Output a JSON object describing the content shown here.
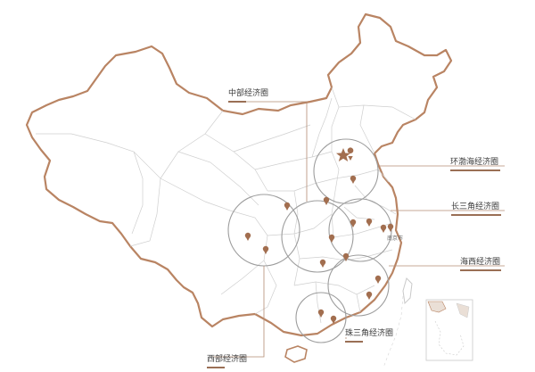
{
  "map": {
    "colors": {
      "border": "#b98463",
      "province": "#c9c9c9",
      "circle": "#9d9d9d",
      "leader": "#b48c74",
      "pin": "#a26e4f",
      "accent_bar": "#9a6f55",
      "inset_fill": "#eadfd6"
    },
    "icons": {
      "capital": "star-icon",
      "city": "map-pin-icon"
    },
    "circles": {
      "central": "中部经济圈",
      "bohai": "环渤海经济圈",
      "yangtze": "长三角经济圈",
      "west_strait": "海西经济圈",
      "pearl": "珠三角经济圈",
      "western": "西部经济圈"
    },
    "city_labels": {
      "nanjing": "南京市"
    }
  }
}
